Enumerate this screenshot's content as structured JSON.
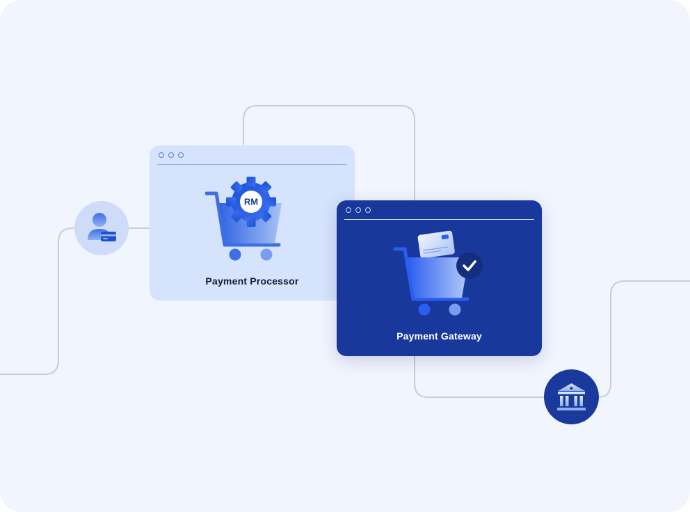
{
  "processor_window": {
    "title": "Payment Processor",
    "gear_label": "RM"
  },
  "gateway_window": {
    "title": "Payment Gateway"
  },
  "icons": {
    "user": "user-with-card-icon",
    "bank": "bank-icon",
    "processor_cart": "cart-with-gear-icon",
    "gateway_cart": "cart-with-card-icon",
    "check": "check-badge-icon"
  },
  "colors": {
    "background": "#f1f5fe",
    "processor_window": "#d6e3fc",
    "gateway_window": "#19389b",
    "accent": "#2354e0",
    "connector": "#c6ccda"
  }
}
